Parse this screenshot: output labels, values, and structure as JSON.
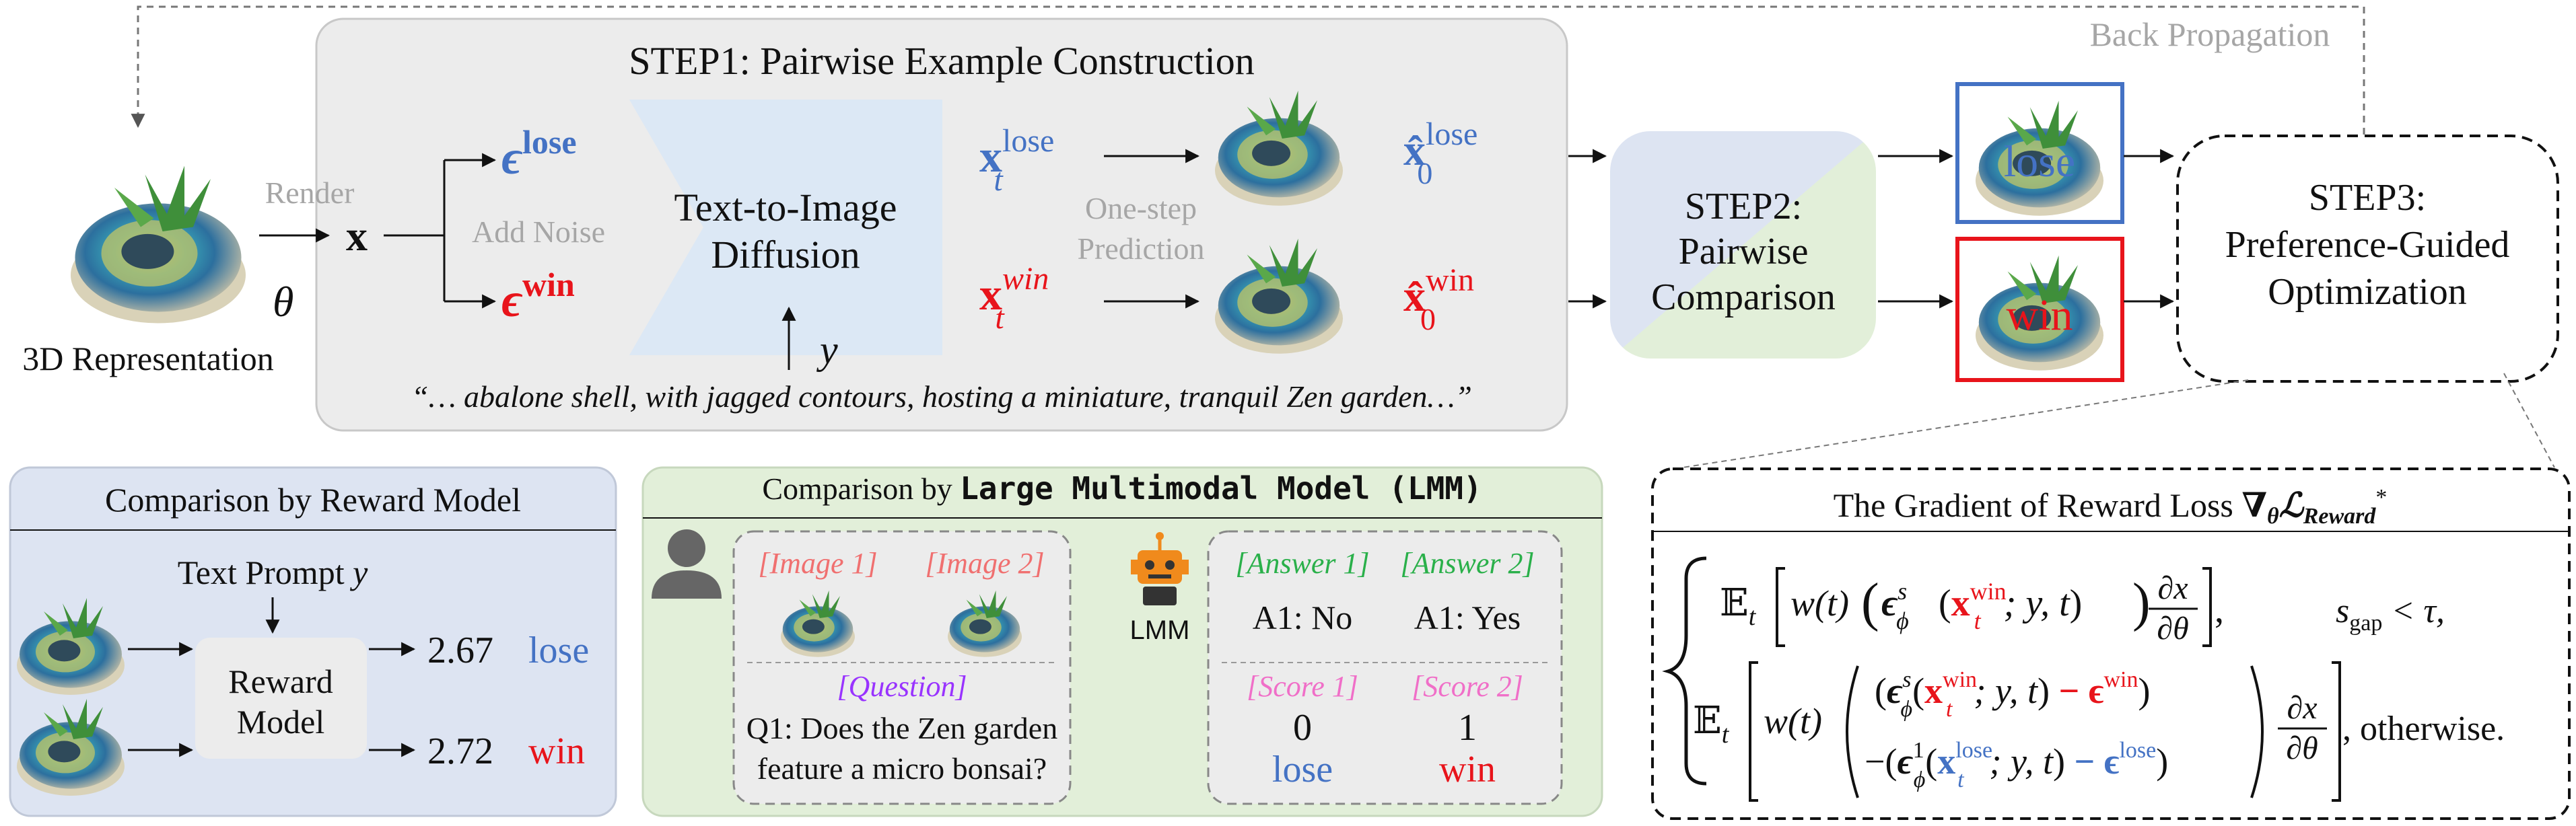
{
  "step1": {
    "title": "STEP1: Pairwise Example Construction",
    "render_label": "Render",
    "x_label": "x",
    "add_noise_label": "Add Noise",
    "eps_lose": "ϵ",
    "eps_lose_sup": "lose",
    "eps_win": "ϵ",
    "eps_win_sup": "win",
    "diffusion_line1": "Text-to-Image",
    "diffusion_line2": "Diffusion",
    "y_label": "y",
    "xt_lose": "x",
    "xt_lose_sup": "lose",
    "xt_lose_sub": "t",
    "xt_win": "x",
    "xt_win_sup": "win",
    "xt_win_sub": "t",
    "one_step_line1": "One-step",
    "one_step_line2": "Prediction",
    "x0_lose": "x̂",
    "x0_lose_sup": "lose",
    "x0_lose_sub": "0",
    "x0_win": "x̂",
    "x0_win_sup": "win",
    "x0_win_sub": "0",
    "prompt": "“… abalone shell, with jagged contours, hosting a miniature, tranquil Zen garden…”"
  },
  "representation": {
    "theta": "θ",
    "label": "3D Representation"
  },
  "back_propagation": "Back Propagation",
  "step2": {
    "line1": "STEP2:",
    "line2": "Pairwise",
    "line3": "Comparison"
  },
  "labels": {
    "lose": "lose",
    "win": "win"
  },
  "step3": {
    "line1": "STEP3:",
    "line2": "Preference-Guided",
    "line3": "Optimization"
  },
  "reward_panel": {
    "title": "Comparison by Reward Model",
    "prompt_text": "Text Prompt",
    "prompt_var": "y",
    "model_line1": "Reward",
    "model_line2": "Model",
    "score_lose": "2.67",
    "score_win": "2.72",
    "label_lose": "lose",
    "label_win": "win"
  },
  "lmm_panel": {
    "title_prefix": "Comparison by ",
    "title_bold": "Large Multimodal Model (LMM)",
    "image1": "[Image 1]",
    "image2": "[Image 2]",
    "question_tag": "[Question]",
    "question_line1": "Q1: Does the Zen garden",
    "question_line2": "feature a micro bonsai?",
    "lmm_label": "LMM",
    "answer1_tag": "[Answer 1]",
    "answer2_tag": "[Answer 2]",
    "answer1": "A1: No",
    "answer2": "A1: Yes",
    "score1_tag": "[Score 1]",
    "score2_tag": "[Score 2]",
    "score1": "0",
    "score2": "1",
    "score1_label": "lose",
    "score2_label": "win"
  },
  "gradient_panel": {
    "title": "The Gradient of Reward Loss ",
    "title_math": "∇",
    "title_sub": "θ",
    "title_L": "ℒ",
    "title_L_sub": "Reward",
    "title_star": "*",
    "case1_E": "𝔼",
    "case1_E_sub": "t",
    "case1_w": "w(t)",
    "case1_eps": "ϵ",
    "case1_phi": "ϕ",
    "case1_s": "s",
    "case1_x": "x",
    "case1_win": "win",
    "case1_t": "t",
    "case1_args": "; y, t",
    "frac_num": "∂x",
    "frac_den": "∂θ",
    "cond_s": "s",
    "cond_gap": "gap",
    "cond_rest": " < τ,",
    "case2_minus_eps_win": "− ϵ",
    "case2_win": "win",
    "case2_line2_prefix": "−",
    "case2_eps1": "ϵ",
    "case2_one": "1",
    "case2_lose": "lose",
    "case2_minus_eps_lose": "− ϵ",
    "otherwise": ", otherwise."
  },
  "colors": {
    "blue": "#4472c4",
    "red": "#e8141b",
    "gray_text": "#a6a6a6",
    "step1_bg": "#ececec",
    "panel_blue": "#dde4f2",
    "panel_green": "#e2efd9",
    "diffusion": "#dce8f5",
    "purple": "#9933ff",
    "green_tag": "#2ab04a",
    "pink_tag": "#f06fc8",
    "salmon_tag": "#f07070",
    "robot": "#f08a1c"
  },
  "icons": {
    "shell": "abalone-shell-render-icon",
    "user": "user-silhouette-icon",
    "robot": "robot-icon"
  }
}
